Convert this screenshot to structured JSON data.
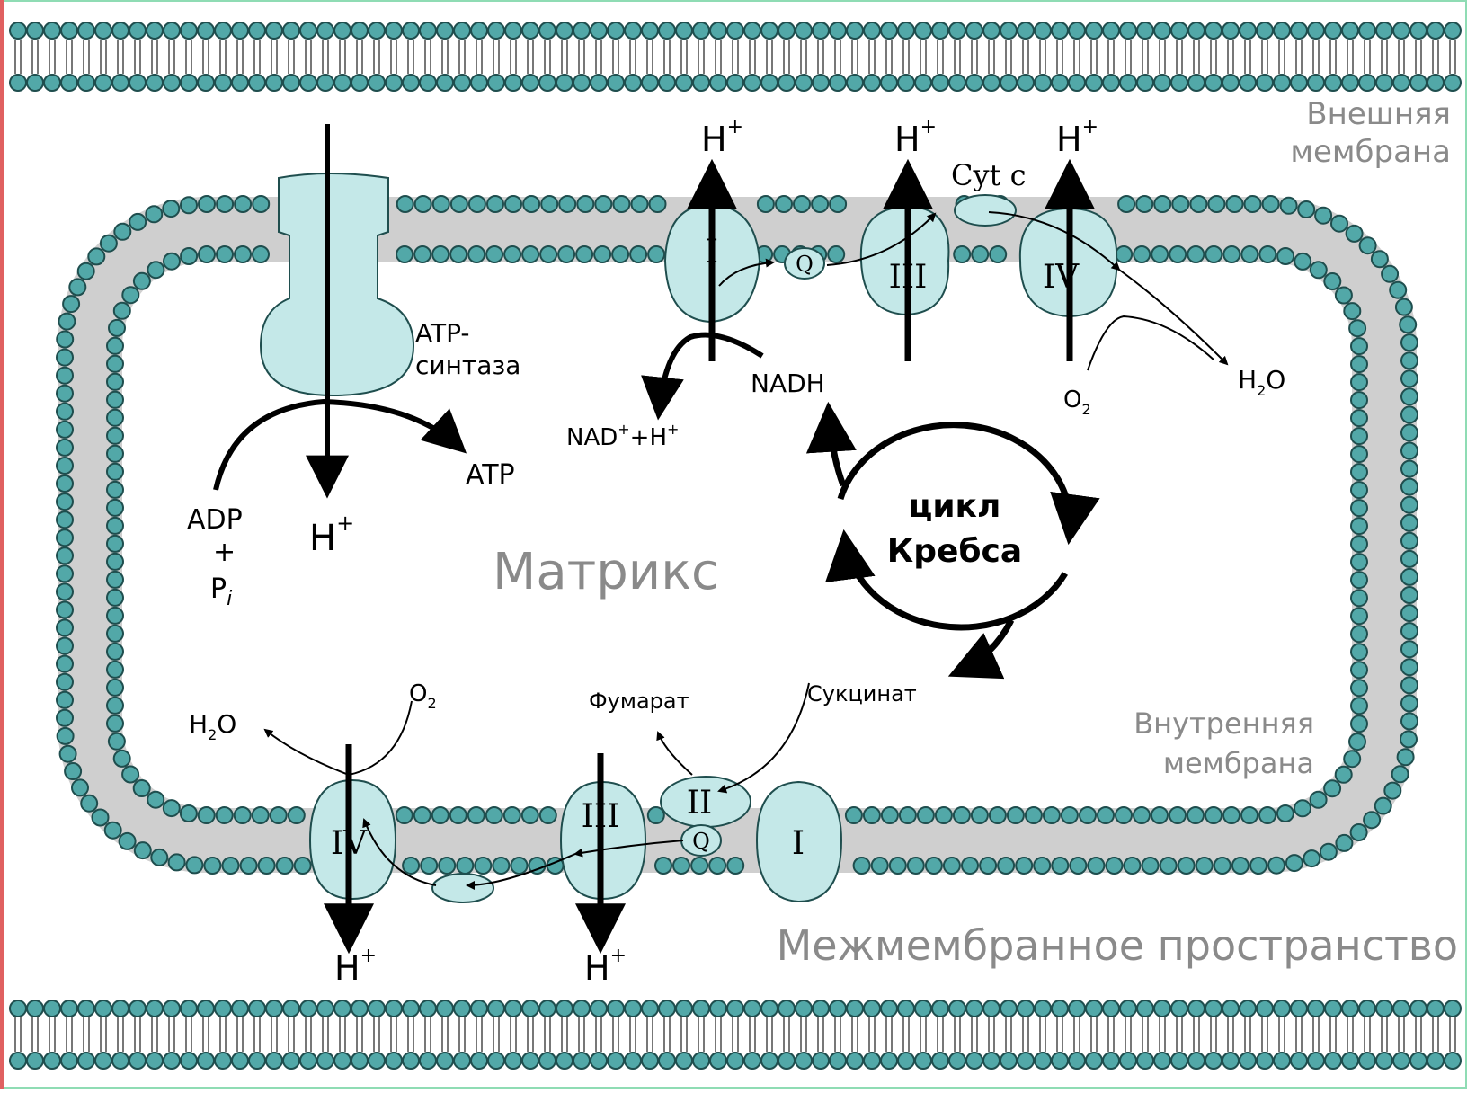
{
  "labels": {
    "outer_membrane": [
      "Внешняя",
      "мембрана"
    ],
    "inner_membrane": [
      "Внутренняя",
      "мембрана"
    ],
    "intermembrane_space": "Межмембранное пространство",
    "matrix": "Матрикс",
    "atp_synthase": [
      "ATP-",
      "синтаза"
    ],
    "atp": "ATP",
    "adp": "ADP",
    "plus": "+",
    "pi": "P",
    "pi_sub": "i",
    "krebs": [
      "цикл",
      "Кребса"
    ],
    "nadh": "NADH",
    "nad": "NAD",
    "nad_rest": "+H",
    "plus_sup": "+",
    "h": "H",
    "cyt_c": "Cyt c",
    "o2": "O",
    "o2_sub": "2",
    "h2o_h": "H",
    "h2o_sub": "2",
    "h2o_o": "O",
    "succinate": "Сукцинат",
    "fumarate": "Фумарат"
  },
  "complexes": {
    "I": "I",
    "II": "II",
    "III": "III",
    "IV": "IV",
    "Q": "Q"
  },
  "colors": {
    "lipid_head": "#52a8a8",
    "protein_fill": "#c4e8e8",
    "stroke": "#1f4e4e",
    "label_gray": "#8a8a8a",
    "arrow": "#000000",
    "frame": "#8fdcb4"
  }
}
